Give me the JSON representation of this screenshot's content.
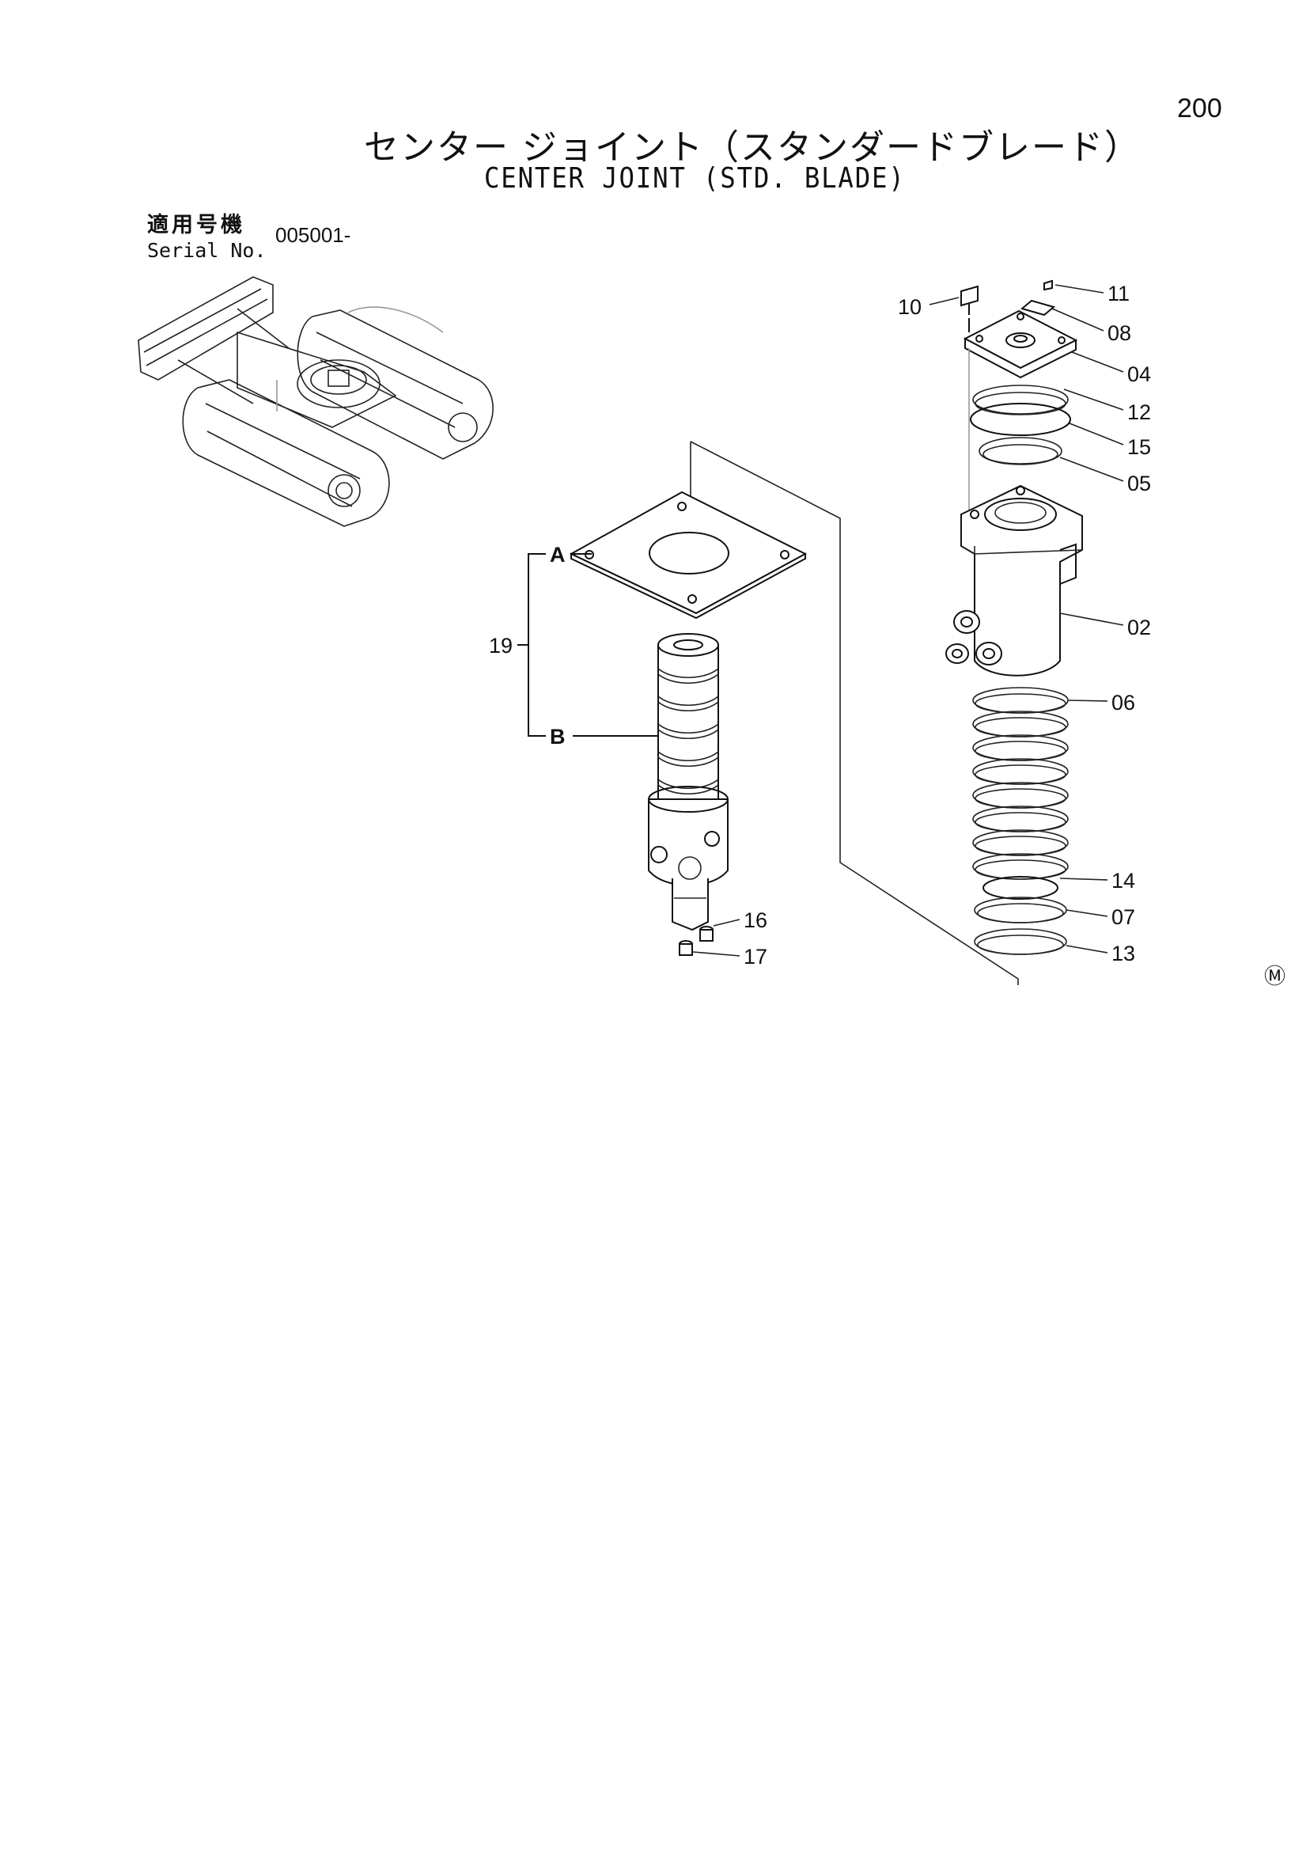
{
  "page": {
    "number": "200",
    "title_jp": "センター ジョイント（スタンダードブレード）",
    "title_en": "CENTER JOINT (STD. BLADE)"
  },
  "serial": {
    "label_jp": "適用号機",
    "label_en": "Serial No.",
    "value": "005001-"
  },
  "callouts": {
    "c10": "10",
    "c11": "11",
    "c08": "08",
    "c04": "04",
    "c12": "12",
    "c15": "15",
    "c05": "05",
    "c02": "02",
    "c06": "06",
    "c14": "14",
    "c07": "07",
    "c13": "13",
    "c16": "16",
    "c17": "17",
    "c19": "19",
    "A": "A",
    "B": "B"
  },
  "mark": "Ⓜ",
  "icons": [
    "excavator-thumbnail-icon",
    "center-joint-spindle-icon",
    "center-joint-body-icon",
    "seal-ring-stack-icon"
  ]
}
